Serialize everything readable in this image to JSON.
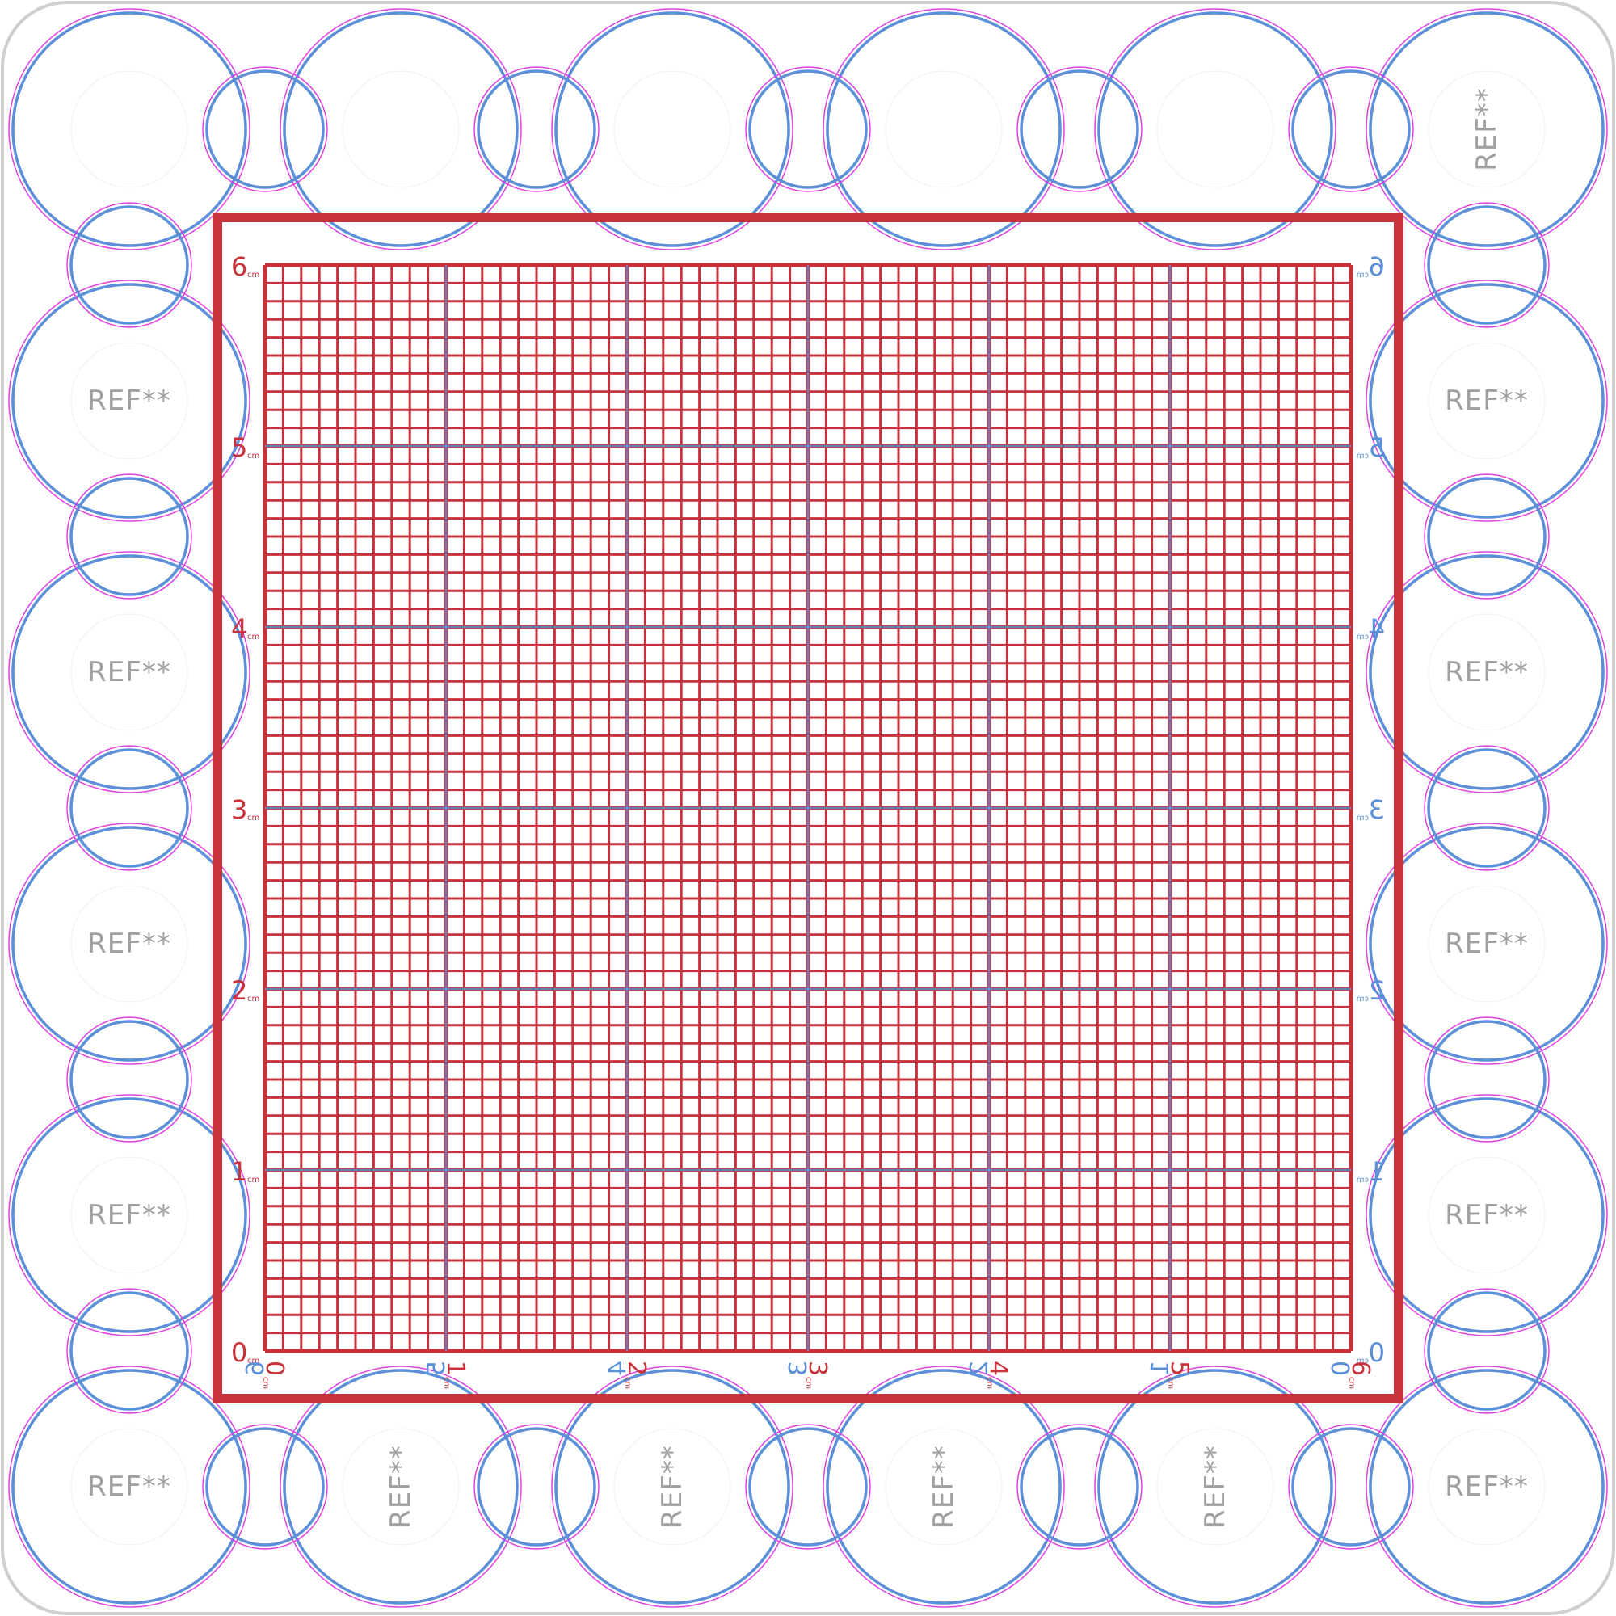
{
  "colors": {
    "board_outline": "#cfcfcf",
    "frame": "#c8323a",
    "grid": "#c8323a",
    "grid_major": "#c8323a",
    "back_scale": "#5b8fd8",
    "courtyard": "#e040e0",
    "pad": "#5b8fd8",
    "ref_text": "#a0a0a0"
  },
  "ref_label": "REF**",
  "unit_label": "cm",
  "axis": {
    "x_labels": [
      "0",
      "1",
      "2",
      "3",
      "4",
      "5",
      "6"
    ],
    "y_labels": [
      "0",
      "1",
      "2",
      "3",
      "4",
      "5",
      "6"
    ],
    "back_x_labels": [
      "6",
      "5",
      "4",
      "3",
      "2",
      "1",
      "0"
    ],
    "back_y_labels": [
      "0",
      "1",
      "2",
      "3",
      "4",
      "5",
      "6"
    ]
  },
  "grid": {
    "range_cm": [
      0,
      6
    ],
    "subdivisions_per_cm": 10
  }
}
